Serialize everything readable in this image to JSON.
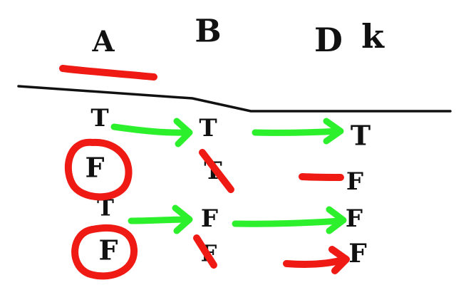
{
  "header": {
    "col_a": "A",
    "col_b": "B",
    "col_d": "D",
    "col_k": "k"
  },
  "rows": {
    "col_a": [
      "T",
      "F",
      "T",
      "F"
    ],
    "col_b": [
      "T",
      "T",
      "F",
      "F"
    ],
    "col_result": [
      "T",
      "F",
      "F",
      "F"
    ]
  },
  "colors": {
    "ink": "#111111",
    "green_arrow": "#2df02d",
    "red_marker": "#f01a14"
  }
}
